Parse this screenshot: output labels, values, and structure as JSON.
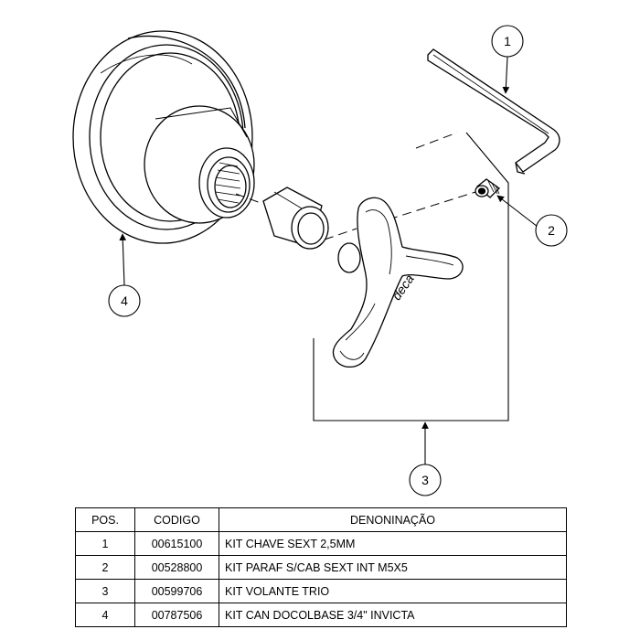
{
  "callouts": [
    {
      "number": "1",
      "part": "KIT CHAVE SEXT 2,5MM"
    },
    {
      "number": "2",
      "part": "KIT PARAF S/CAB SEXT INT M5X5"
    },
    {
      "number": "3",
      "part": "KIT VOLANTE TRIO"
    },
    {
      "number": "4",
      "part": "KIT CAN DOCOLBASE 3/4\" INVICTA"
    }
  ],
  "table": {
    "headers": {
      "pos": "POS.",
      "code": "CODIGO",
      "name": "DENONINAÇÃO"
    },
    "rows": [
      {
        "pos": "1",
        "code": "00615100",
        "name": "KIT CHAVE SEXT 2,5MM"
      },
      {
        "pos": "2",
        "code": "00528800",
        "name": "KIT PARAF S/CAB SEXT INT M5X5"
      },
      {
        "pos": "3",
        "code": "00599706",
        "name": "KIT VOLANTE TRIO"
      },
      {
        "pos": "4",
        "code": "00787506",
        "name": "KIT CAN DOCOLBASE 3/4\" INVICTA"
      }
    ]
  },
  "icon_names": {
    "part1": "hex-key-icon",
    "part2": "set-screw-icon",
    "part3": "trio-handle-icon",
    "part4": "canopy-base-icon",
    "sleeve": "sleeve-icon"
  }
}
